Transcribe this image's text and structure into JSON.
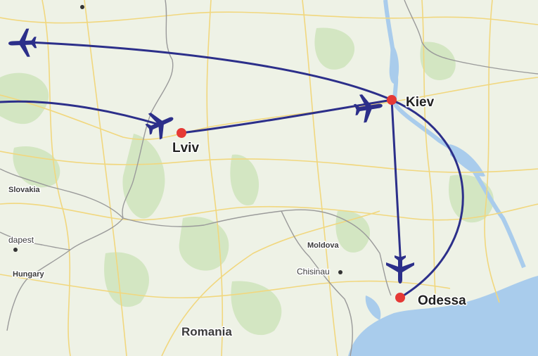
{
  "map": {
    "colors": {
      "land": "#eef2e6",
      "water": "#a9ccec",
      "green": "#d3e6c2",
      "roads": "#f1d77e",
      "borders": "#9a9a9a",
      "route": "#2c2f8a",
      "marker": "#e53935"
    },
    "cities": {
      "lviv": "Lviv",
      "kiev": "Kiev",
      "odessa": "Odessa"
    },
    "labels": {
      "slovakia": "Slovakia",
      "budapest": "dapest",
      "hungary": "Hungary",
      "moldova": "Moldova",
      "chisinau": "Chisinau",
      "romania": "Romania"
    },
    "flights": [
      {
        "from": "west",
        "to": "Lviv"
      },
      {
        "from": "Lviv",
        "to": "Kiev"
      },
      {
        "from": "Kiev",
        "to": "west"
      },
      {
        "from": "Kiev",
        "to": "Odessa"
      },
      {
        "from": "Odessa",
        "to": "Kiev"
      }
    ],
    "icons": {
      "plane": "airplane-icon",
      "marker": "city-marker-icon"
    }
  }
}
